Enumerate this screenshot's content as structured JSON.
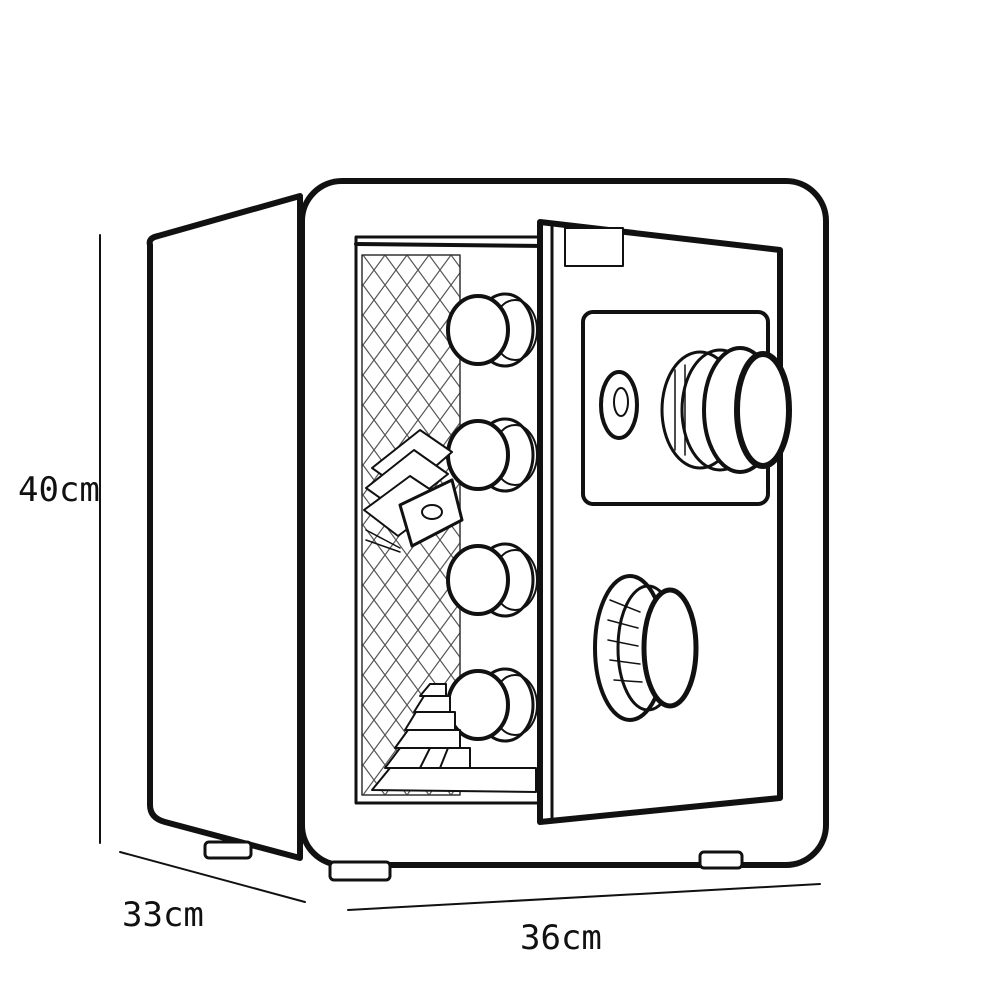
{
  "dimensions": {
    "height": "40cm",
    "depth": "33cm",
    "width": "36cm"
  },
  "colors": {
    "line": "#111111",
    "background": "#ffffff",
    "shade": "#d9d9d9"
  },
  "product": {
    "icons": [
      "safe-icon",
      "combination-dial-icon",
      "keyhole-icon",
      "banknote-stack-icon",
      "gold-bar-stack-icon"
    ]
  }
}
